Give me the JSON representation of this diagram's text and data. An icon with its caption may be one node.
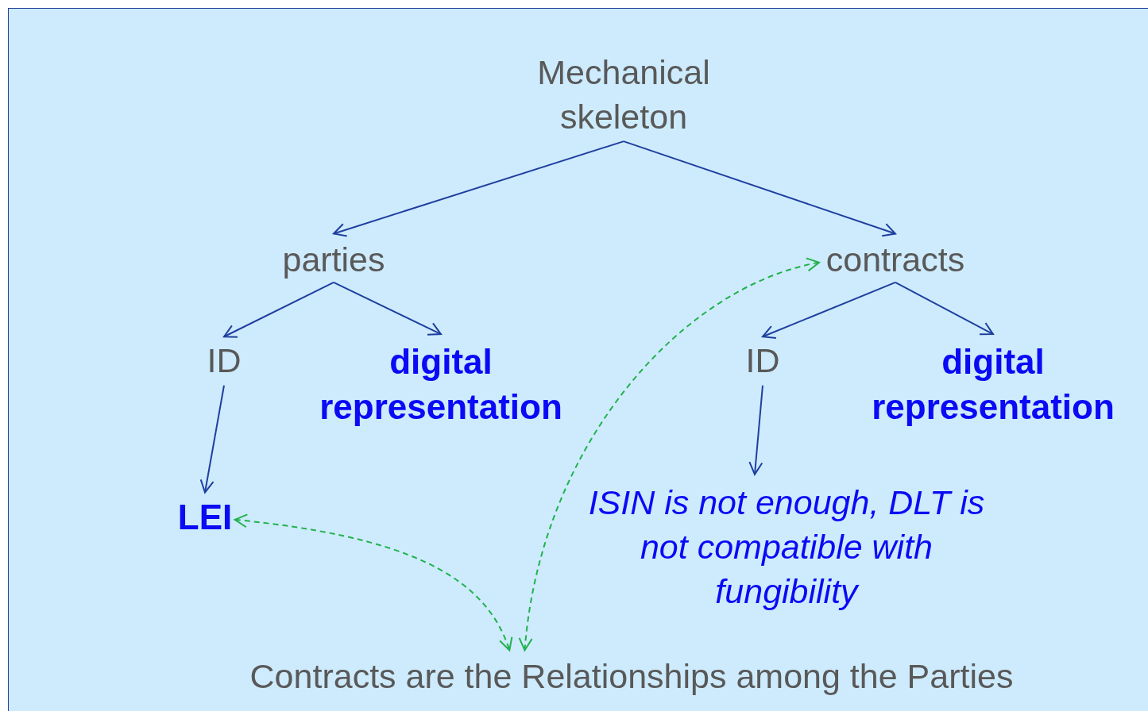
{
  "diagram": {
    "nodes": [
      {
        "text": [
          "Mechanical skeleton"
        ]
      },
      {
        "text": [
          "parties"
        ]
      },
      {
        "text": [
          "contracts"
        ]
      },
      {
        "text": [
          "ID"
        ]
      },
      {
        "text": [
          "digital representation"
        ]
      },
      {
        "text": [
          "LEI"
        ]
      },
      {
        "text": [
          "ID"
        ]
      },
      {
        "text": [
          "digital representation"
        ]
      },
      {
        "text": [
          "ISIN is not enough, DLT is not compatible with fungibility"
        ]
      },
      {
        "text": [
          "Contracts are the Relationships among the Parties"
        ]
      }
    ],
    "edges": [
      {
        "from": 0,
        "to": 1,
        "arrow": "to"
      },
      {
        "from": 0,
        "to": 2,
        "arrow": "to"
      },
      {
        "from": 1,
        "to": 3,
        "arrow": "to"
      },
      {
        "from": 1,
        "to": 4,
        "arrow": "to"
      },
      {
        "from": 2,
        "to": 6,
        "arrow": "to"
      },
      {
        "from": 2,
        "to": 7,
        "arrow": "to"
      },
      {
        "from": 3,
        "to": 5,
        "arrow": "to"
      },
      {
        "from": 6,
        "to": 8,
        "arrow": "to"
      },
      {
        "from": 5,
        "to": 9,
        "arrow": "both",
        "style": "dashed",
        "color": "#22b14c"
      },
      {
        "from": 9,
        "to": 2,
        "arrow": "both",
        "style": "dashed",
        "color": "#22b14c"
      }
    ]
  }
}
